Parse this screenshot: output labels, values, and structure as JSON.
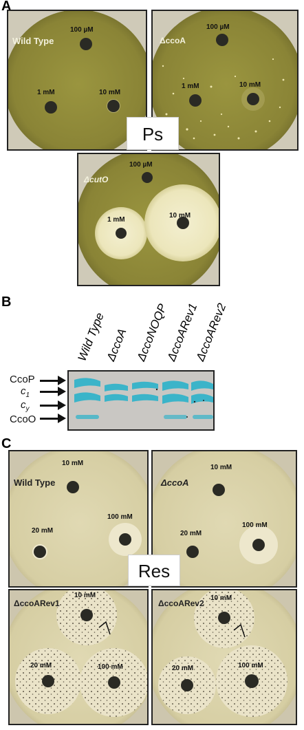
{
  "panels": {
    "A": {
      "letter": "A",
      "center_label": "Ps",
      "plates": [
        {
          "strain": "Wild Type",
          "labels": [
            "100 µM",
            "1 mM",
            "10 mM"
          ]
        },
        {
          "strain": "ΔccoA",
          "labels": [
            "100 µM",
            "1 mM",
            "10 mM"
          ]
        },
        {
          "strain": "ΔcutO",
          "labels": [
            "100 µM",
            "1 mM",
            "10 mM"
          ]
        }
      ]
    },
    "B": {
      "letter": "B",
      "lanes": [
        "Wild Type",
        "ΔccoA",
        "ΔccoNOQP",
        "ΔccoARev1",
        "ΔccoARev2"
      ],
      "bands": [
        "CcoP",
        "c1",
        "cy",
        "CcoO"
      ]
    },
    "C": {
      "letter": "C",
      "center_label": "Res",
      "plates": [
        {
          "strain": "Wild Type",
          "labels": [
            "10 mM",
            "20 mM",
            "100 mM"
          ]
        },
        {
          "strain": "ΔccoA",
          "labels": [
            "10 mM",
            "20 mM",
            "100 mM"
          ]
        },
        {
          "strain": "ΔccoARev1",
          "labels": [
            "10 mM",
            "20 mM",
            "100 mM"
          ]
        },
        {
          "strain": "ΔccoARev2",
          "labels": [
            "10 mM",
            "20 mM",
            "100 mM"
          ]
        }
      ]
    }
  },
  "colors": {
    "ps_plate": "#8e8a3a",
    "res_plate": "#d8d0a6",
    "blot_band": "#3bb4c9",
    "blot_bg": "#c8c6c2"
  }
}
